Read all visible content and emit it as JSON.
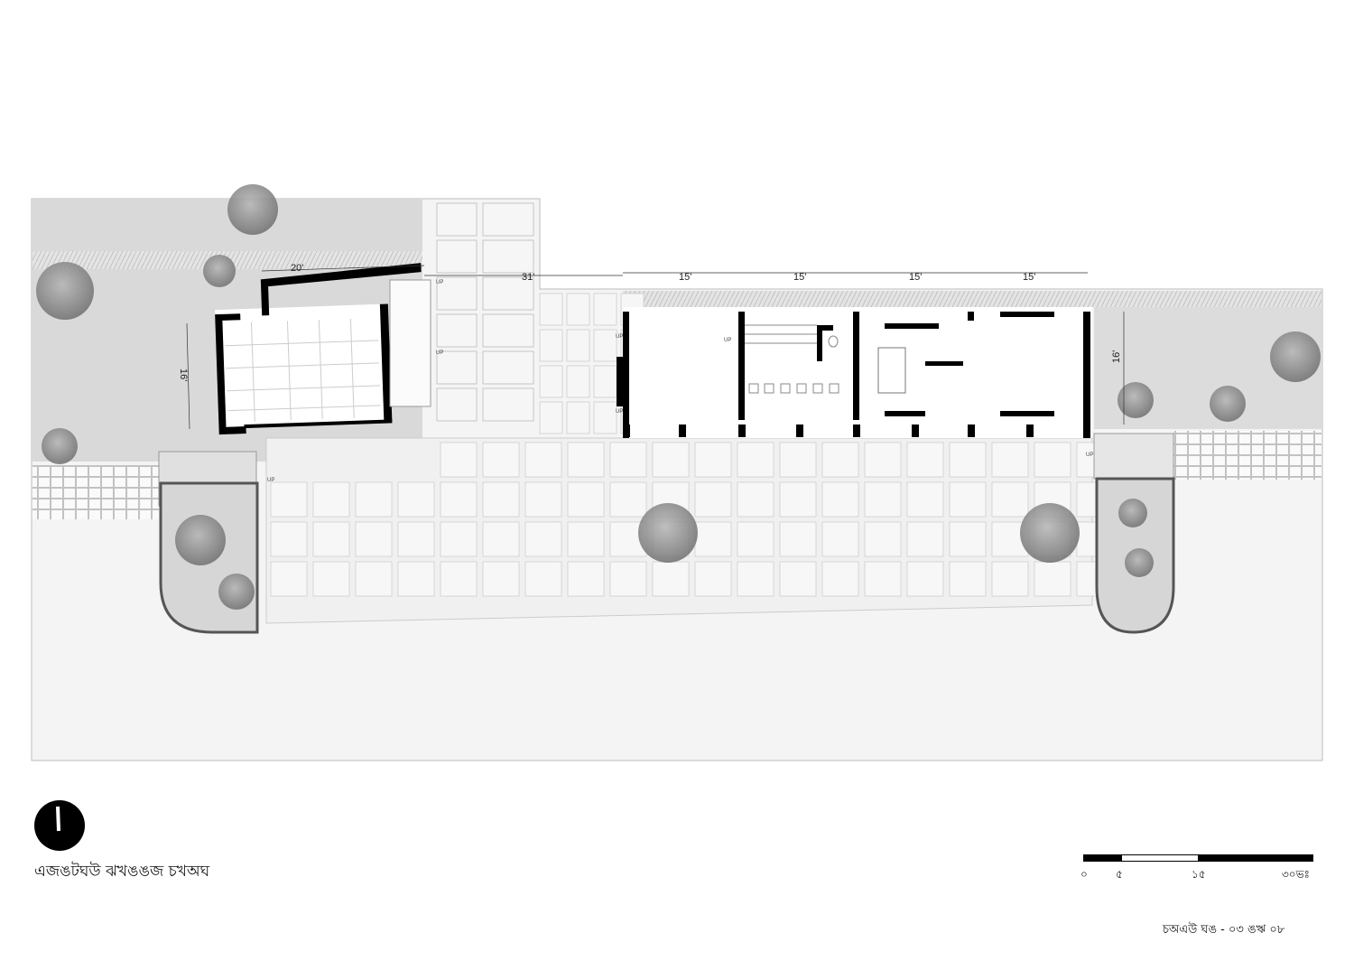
{
  "drawing": {
    "title": "এজঙটঘউ ঝখঙঙজ চখঅঘ",
    "sheet_label": "চঅএউ ঘঙ - ০৩ ঙঋ ০৮",
    "north_arrow": "north-arrow-icon",
    "scale_bar": {
      "ticks": [
        "০",
        "৫",
        "১৫",
        "৩০ভঃ"
      ]
    },
    "dimensions": {
      "pavilion_width": "20'",
      "pavilion_depth": "16'",
      "gap": "31'",
      "bays": [
        "15'",
        "15'",
        "15'",
        "15'"
      ],
      "building_depth": "16'"
    },
    "stair_label": "UP",
    "colors": {
      "wall": "#000000",
      "lawn": "#d9d9d9",
      "paving": "#f2f2f2",
      "tree": "#8a8a8a"
    }
  }
}
